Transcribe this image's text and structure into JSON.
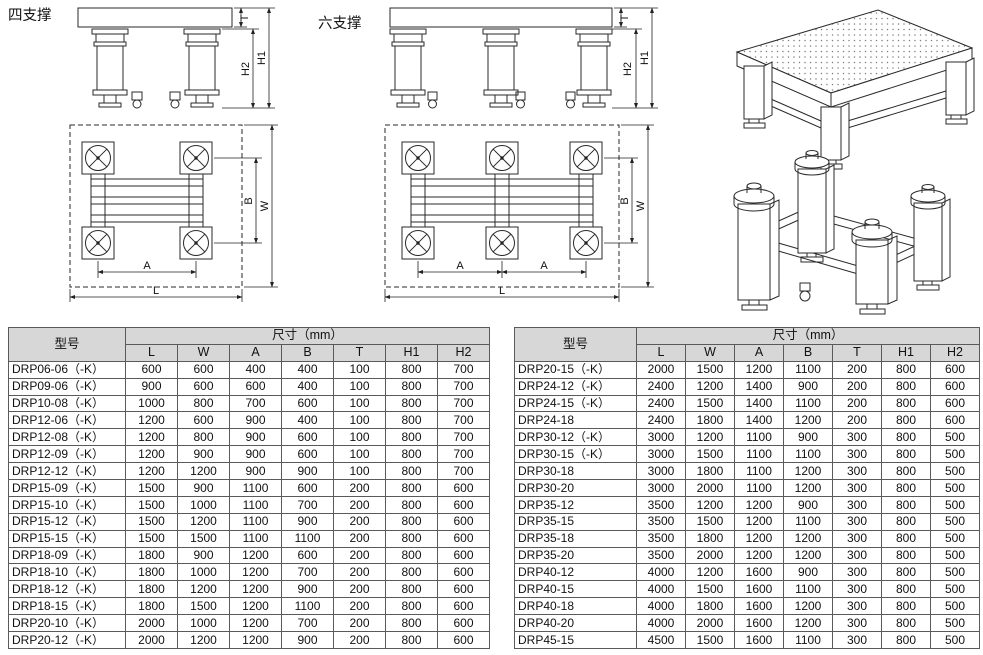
{
  "diagrams": {
    "four_support_label": "四支撑",
    "six_support_label": "六支撑",
    "dims": {
      "T": "T",
      "H1": "H1",
      "H2": "H2",
      "A": "A",
      "B": "B",
      "L": "L",
      "W": "W"
    }
  },
  "tables": [
    {
      "model_header": "型号",
      "size_header": "尺寸（mm）",
      "columns": [
        "L",
        "W",
        "A",
        "B",
        "T",
        "H1",
        "H2"
      ],
      "rows": [
        {
          "model": "DRP06-06（-K）",
          "values": [
            600,
            600,
            400,
            400,
            100,
            800,
            700
          ]
        },
        {
          "model": "DRP09-06（-K）",
          "values": [
            900,
            600,
            600,
            400,
            100,
            800,
            700
          ]
        },
        {
          "model": "DRP10-08（-K）",
          "values": [
            1000,
            800,
            700,
            600,
            100,
            800,
            700
          ]
        },
        {
          "model": "DRP12-06（-K）",
          "values": [
            1200,
            600,
            900,
            400,
            100,
            800,
            700
          ]
        },
        {
          "model": "DRP12-08（-K）",
          "values": [
            1200,
            800,
            900,
            600,
            100,
            800,
            700
          ]
        },
        {
          "model": "DRP12-09（-K）",
          "values": [
            1200,
            900,
            900,
            600,
            100,
            800,
            700
          ]
        },
        {
          "model": "DRP12-12（-K）",
          "values": [
            1200,
            1200,
            900,
            900,
            100,
            800,
            700
          ]
        },
        {
          "model": "DRP15-09（-K）",
          "values": [
            1500,
            900,
            1100,
            600,
            200,
            800,
            600
          ]
        },
        {
          "model": "DRP15-10（-K）",
          "values": [
            1500,
            1000,
            1100,
            700,
            200,
            800,
            600
          ]
        },
        {
          "model": "DRP15-12（-K）",
          "values": [
            1500,
            1200,
            1100,
            900,
            200,
            800,
            600
          ]
        },
        {
          "model": "DRP15-15（-K）",
          "values": [
            1500,
            1500,
            1100,
            1100,
            200,
            800,
            600
          ]
        },
        {
          "model": "DRP18-09（-K）",
          "values": [
            1800,
            900,
            1200,
            600,
            200,
            800,
            600
          ]
        },
        {
          "model": "DRP18-10（-K）",
          "values": [
            1800,
            1000,
            1200,
            700,
            200,
            800,
            600
          ]
        },
        {
          "model": "DRP18-12（-K）",
          "values": [
            1800,
            1200,
            1200,
            900,
            200,
            800,
            600
          ]
        },
        {
          "model": "DRP18-15（-K）",
          "values": [
            1800,
            1500,
            1200,
            1100,
            200,
            800,
            600
          ]
        },
        {
          "model": "DRP20-10（-K）",
          "values": [
            2000,
            1000,
            1200,
            700,
            200,
            800,
            600
          ]
        },
        {
          "model": "DRP20-12（-K）",
          "values": [
            2000,
            1200,
            1200,
            900,
            200,
            800,
            600
          ]
        }
      ]
    },
    {
      "model_header": "型号",
      "size_header": "尺寸（mm）",
      "columns": [
        "L",
        "W",
        "A",
        "B",
        "T",
        "H1",
        "H2"
      ],
      "rows": [
        {
          "model": "DRP20-15（-K）",
          "values": [
            2000,
            1500,
            1200,
            1100,
            200,
            800,
            600
          ]
        },
        {
          "model": "DRP24-12（-K）",
          "values": [
            2400,
            1200,
            1400,
            900,
            200,
            800,
            600
          ]
        },
        {
          "model": "DRP24-15（-K）",
          "values": [
            2400,
            1500,
            1400,
            1100,
            200,
            800,
            600
          ]
        },
        {
          "model": "DRP24-18",
          "values": [
            2400,
            1800,
            1400,
            1200,
            200,
            800,
            600
          ]
        },
        {
          "model": "DRP30-12（-K）",
          "values": [
            3000,
            1200,
            1100,
            900,
            300,
            800,
            500
          ]
        },
        {
          "model": "DRP30-15（-K）",
          "values": [
            3000,
            1500,
            1100,
            1100,
            300,
            800,
            500
          ]
        },
        {
          "model": "DRP30-18",
          "values": [
            3000,
            1800,
            1100,
            1200,
            300,
            800,
            500
          ]
        },
        {
          "model": "DRP30-20",
          "values": [
            3000,
            2000,
            1100,
            1200,
            300,
            800,
            500
          ]
        },
        {
          "model": "DRP35-12",
          "values": [
            3500,
            1200,
            1200,
            900,
            300,
            800,
            500
          ]
        },
        {
          "model": "DRP35-15",
          "values": [
            3500,
            1500,
            1200,
            1100,
            300,
            800,
            500
          ]
        },
        {
          "model": "DRP35-18",
          "values": [
            3500,
            1800,
            1200,
            1200,
            300,
            800,
            500
          ]
        },
        {
          "model": "DRP35-20",
          "values": [
            3500,
            2000,
            1200,
            1200,
            300,
            800,
            500
          ]
        },
        {
          "model": "DRP40-12",
          "values": [
            4000,
            1200,
            1600,
            900,
            300,
            800,
            500
          ]
        },
        {
          "model": "DRP40-15",
          "values": [
            4000,
            1500,
            1600,
            1100,
            300,
            800,
            500
          ]
        },
        {
          "model": "DRP40-18",
          "values": [
            4000,
            1800,
            1600,
            1200,
            300,
            800,
            500
          ]
        },
        {
          "model": "DRP40-20",
          "values": [
            4000,
            2000,
            1600,
            1200,
            300,
            800,
            500
          ]
        },
        {
          "model": "DRP45-15",
          "values": [
            4500,
            1500,
            1600,
            1100,
            300,
            800,
            500
          ]
        }
      ]
    }
  ]
}
